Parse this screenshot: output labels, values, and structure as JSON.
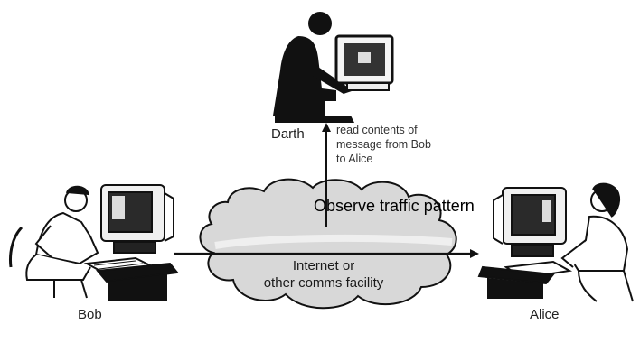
{
  "people": {
    "darth": {
      "name": "Darth",
      "icon": "hacker-silhouette-icon"
    },
    "bob": {
      "name": "Bob",
      "icon": "person-at-computer-icon"
    },
    "alice": {
      "name": "Alice",
      "icon": "person-at-computer-icon"
    }
  },
  "annotations": {
    "read_contents": "read contents of\nmessage from Bob\nto Alice",
    "observe": "Observe traffic pattern"
  },
  "network": {
    "label": "Internet or\nother comms facility",
    "icon": "cloud-icon"
  },
  "colors": {
    "cloud_fill": "#d8d8d8",
    "outline": "#111111",
    "silhouette": "#111111"
  }
}
